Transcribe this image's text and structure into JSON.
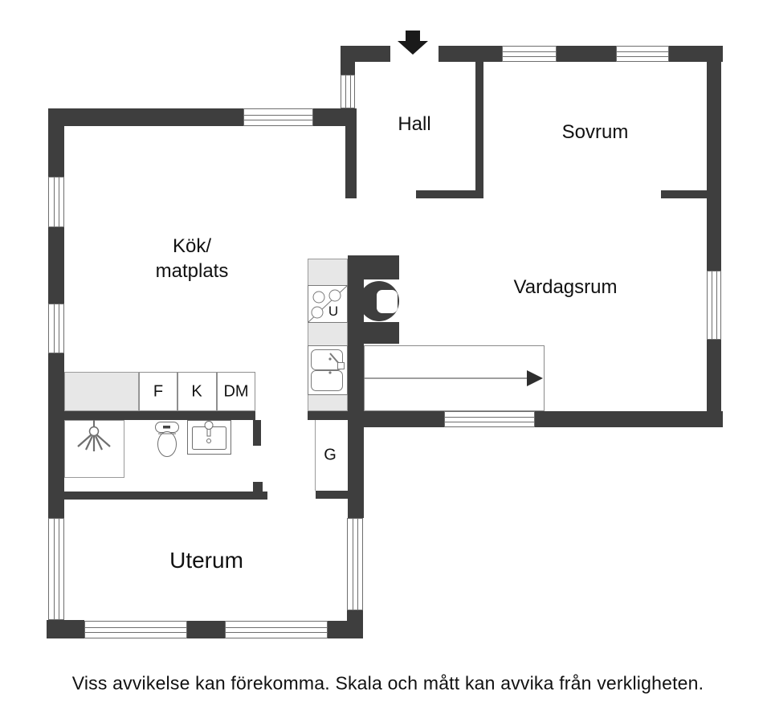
{
  "document": {
    "type": "floor-plan"
  },
  "rooms": {
    "hall": "Hall",
    "sovrum": "Sovrum",
    "kok_line1": "Kök/",
    "kok_line2": "matplats",
    "vardagsrum": "Vardagsrum",
    "uterum": "Uterum"
  },
  "fixtures": {
    "fridge": "F",
    "freezer": "K",
    "dishwasher": "DM",
    "oven": "U",
    "wardrobe": "G"
  },
  "disclaimer": "Viss avvikelse kan förekomma. Skala och mått kan avvika från verkligheten.",
  "colors": {
    "wall": "#3e3e3e",
    "counter": "#e7e7e7",
    "outline": "#6e6e6e",
    "background": "#ffffff",
    "text": "#111111"
  }
}
